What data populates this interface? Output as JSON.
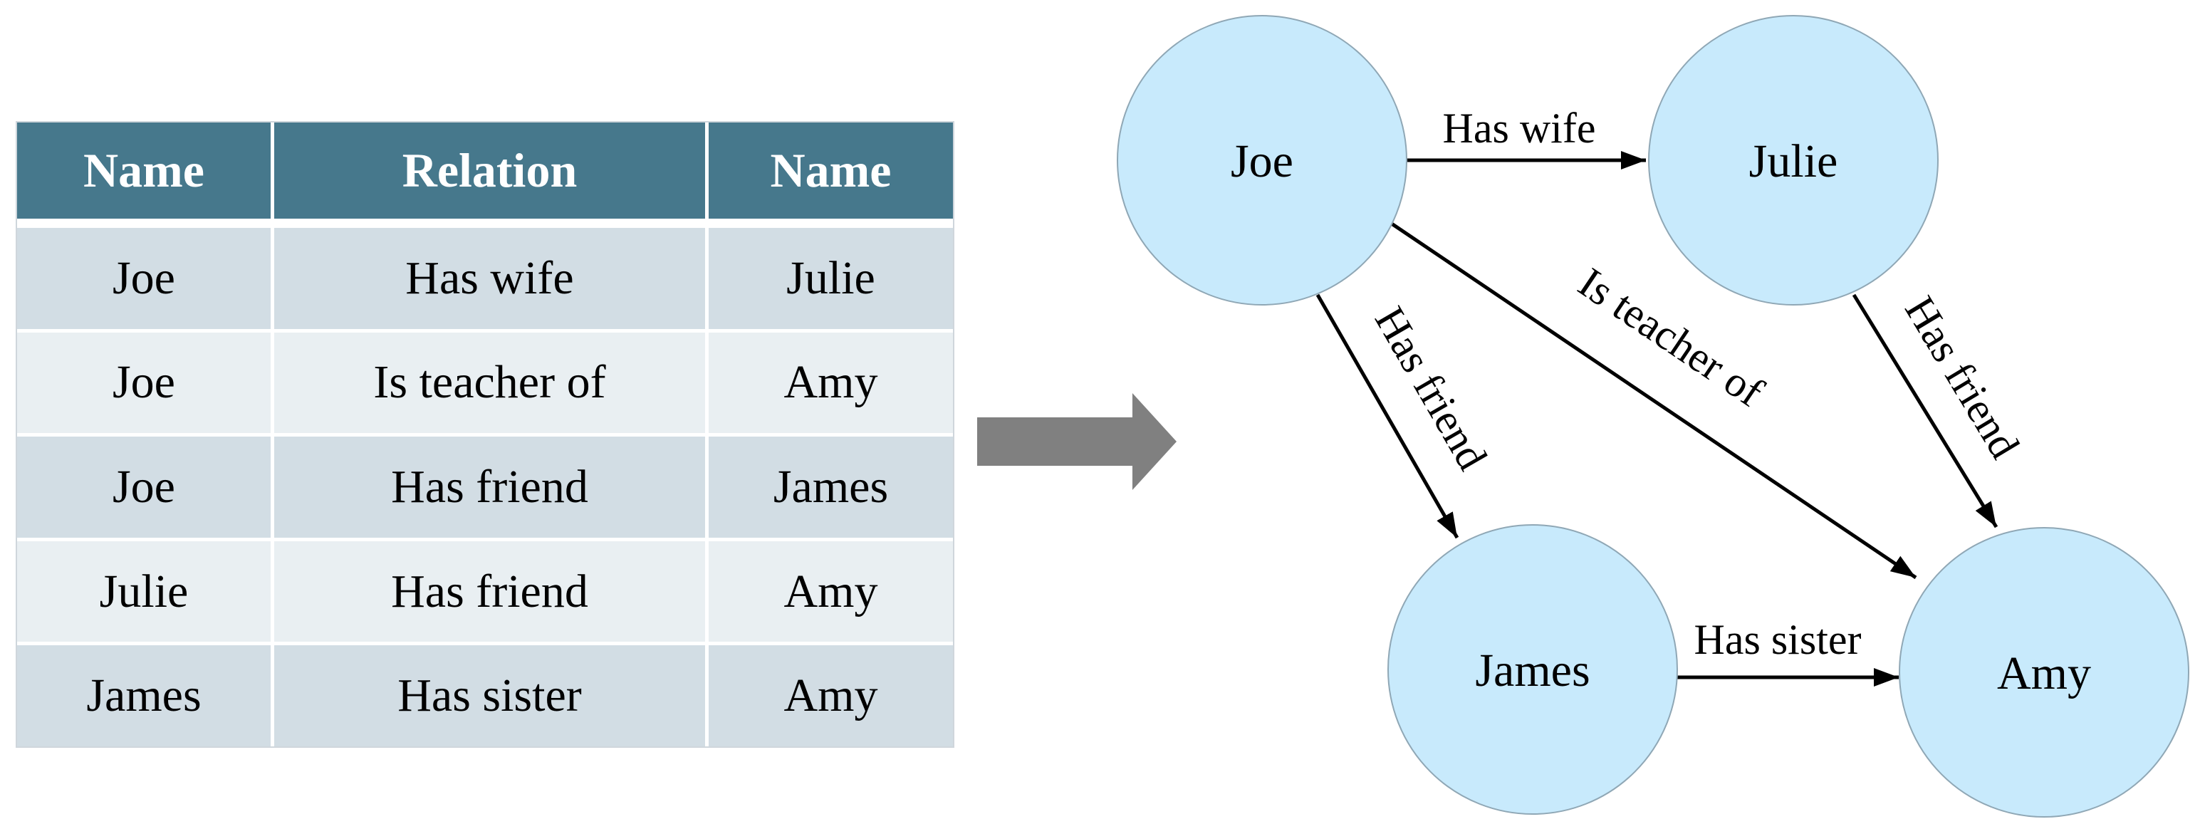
{
  "table": {
    "headers": [
      "Name",
      "Relation",
      "Name"
    ],
    "rows": [
      [
        "Joe",
        "Has wife",
        "Julie"
      ],
      [
        "Joe",
        "Is teacher of",
        "Amy"
      ],
      [
        "Joe",
        "Has friend",
        "James"
      ],
      [
        "Julie",
        "Has friend",
        "Amy"
      ],
      [
        "James",
        "Has sister",
        "Amy"
      ]
    ]
  },
  "arrow_color": "#808080",
  "graph": {
    "nodes": [
      "Joe",
      "Julie",
      "James",
      "Amy"
    ],
    "edges": [
      {
        "from": "Joe",
        "to": "Julie",
        "label": "Has wife"
      },
      {
        "from": "Joe",
        "to": "James",
        "label": "Has friend"
      },
      {
        "from": "Joe",
        "to": "Amy",
        "label": "Is teacher of"
      },
      {
        "from": "Julie",
        "to": "Amy",
        "label": "Has friend"
      },
      {
        "from": "James",
        "to": "Amy",
        "label": "Has sister"
      }
    ],
    "node_fill": "#c8eafc"
  }
}
